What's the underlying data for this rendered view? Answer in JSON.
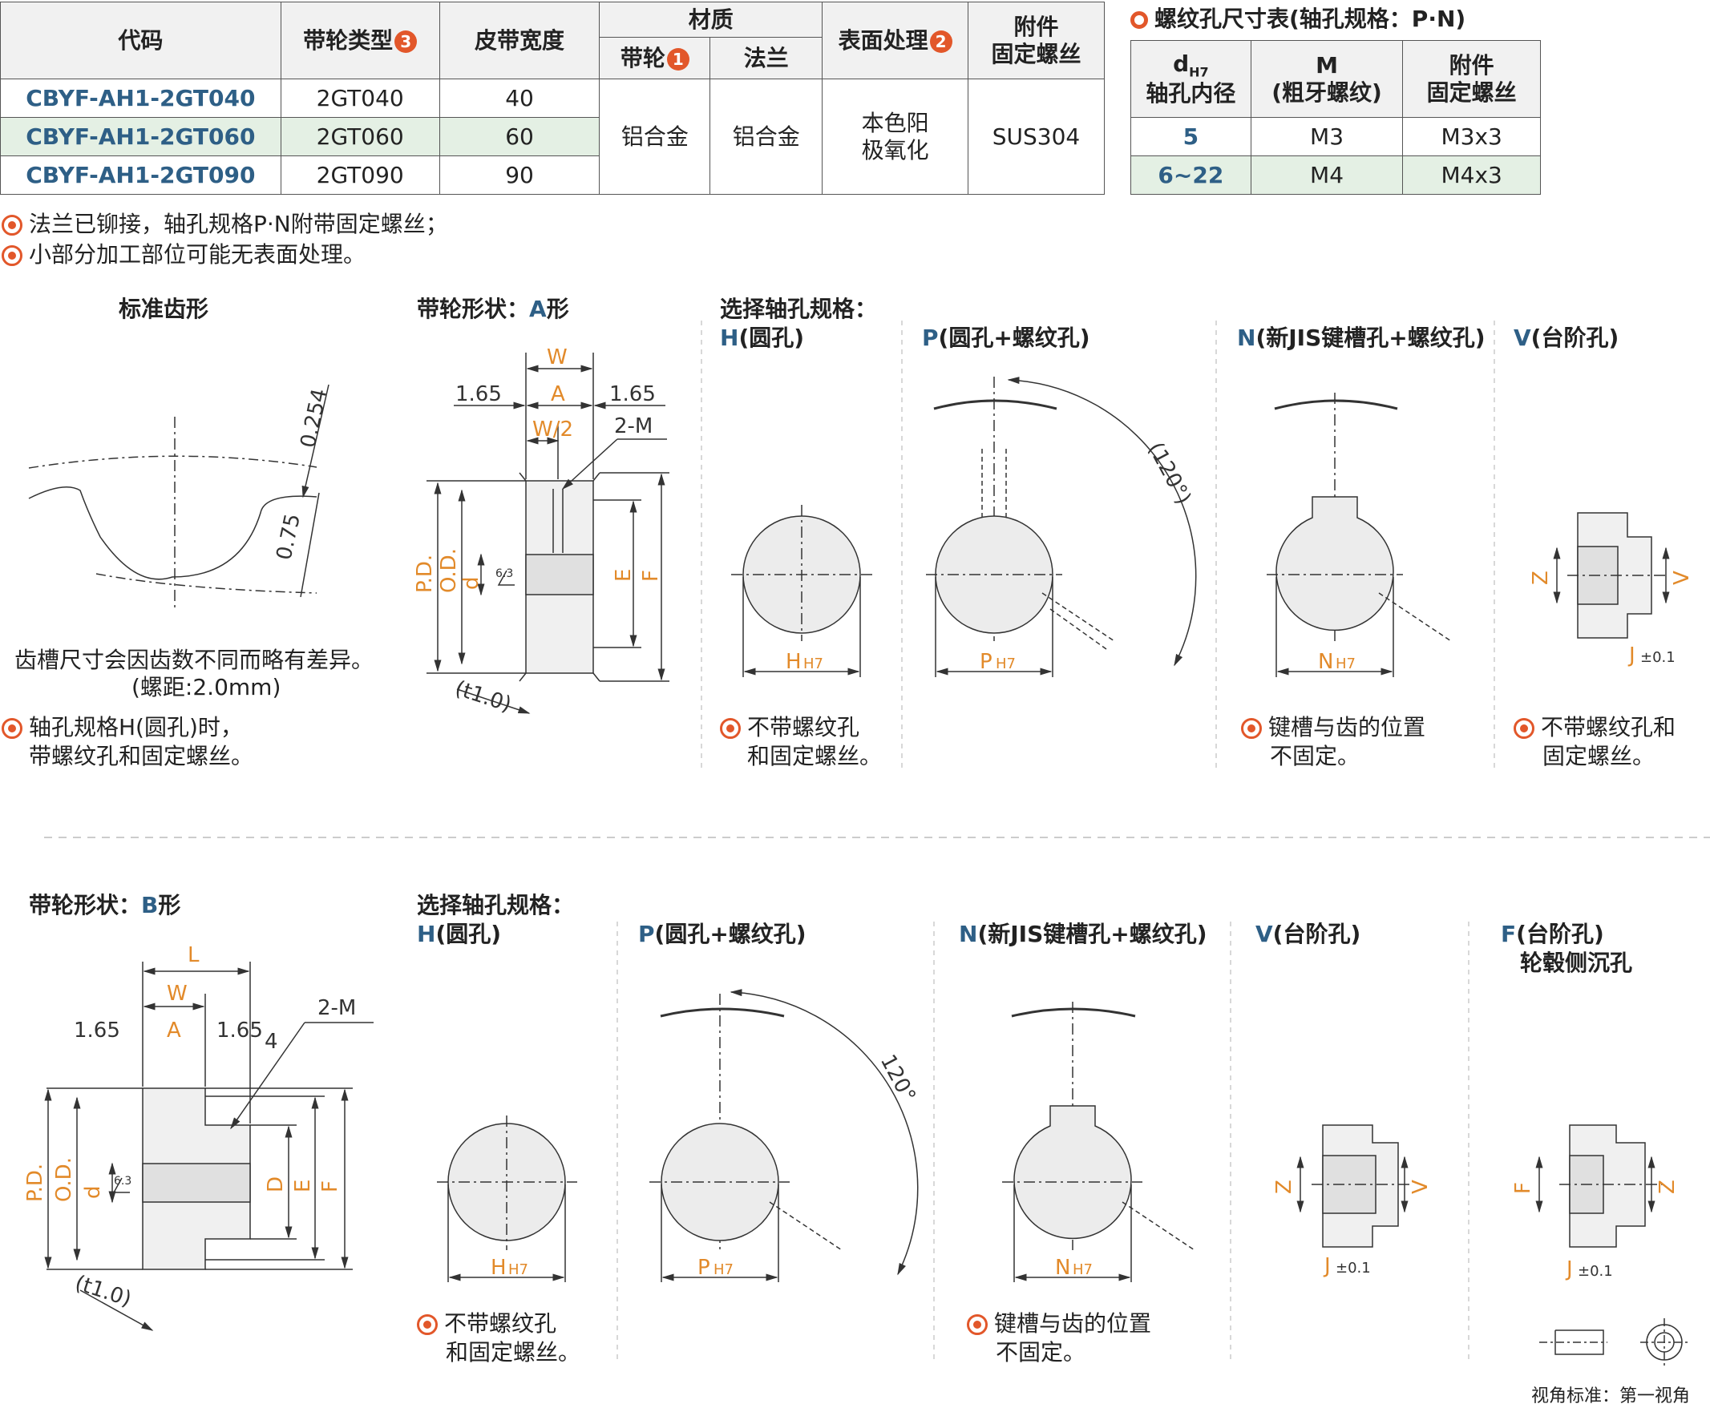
{
  "table": {
    "headers": {
      "code": "代码",
      "type": "带轮类型",
      "type_badge": "3",
      "width": "皮带宽度",
      "material": "材质",
      "pulley": "带轮",
      "pulley_badge": "1",
      "flange": "法兰",
      "surface": "表面处理",
      "surface_badge": "2",
      "screw_l1": "附件",
      "screw_l2": "固定螺丝"
    },
    "rows": [
      {
        "code": "CBYF-AH1-2GT040",
        "type": "2GT040",
        "width": "40"
      },
      {
        "code": "CBYF-AH1-2GT060",
        "type": "2GT060",
        "width": "60"
      },
      {
        "code": "CBYF-AH1-2GT090",
        "type": "2GT090",
        "width": "90"
      }
    ],
    "pulley_material": "铝合金",
    "flange_material": "铝合金",
    "surface_l1": "本色阳",
    "surface_l2": "极氧化",
    "screw_material": "SUS304"
  },
  "notes": [
    "法兰已铆接，轴孔规格P·N附带固定螺丝；",
    "小部分加工部位可能无表面处理。"
  ],
  "thread_table": {
    "title": "螺纹孔尺寸表(轴孔规格：P·N)",
    "h1_d": "d",
    "h1_sub": "H7",
    "h1_l2": "轴孔内径",
    "h2_l1": "M",
    "h2_l2": "(粗牙螺纹)",
    "h3_l1": "附件",
    "h3_l2": "固定螺丝",
    "rows": [
      {
        "d": "5",
        "m": "M3",
        "screw": "M3x3"
      },
      {
        "d": "6~22",
        "m": "M4",
        "screw": "M4x3"
      }
    ]
  },
  "top": {
    "tooth_title": "标准齿形",
    "tooth_dim_a": "0.254",
    "tooth_dim_b": "0.75",
    "tooth_note1": "齿槽尺寸会因齿数不同而略有差异。",
    "tooth_note2": "(螺距:2.0mm)",
    "h_note1": "轴孔规格H(圆孔)时，",
    "h_note2": "带螺纹孔和固定螺丝。",
    "shape_a_prefix": "带轮形状：",
    "shape_a_letter": "A",
    "shape_a_suffix": "形",
    "select_title": "选择轴孔规格：",
    "h_letter": "H",
    "h_rest": "(圆孔)",
    "p_letter": "P",
    "p_rest": "(圆孔+螺纹孔)",
    "n_letter": "N",
    "n_rest": "(新JIS键槽孔+螺纹孔)",
    "v_letter": "V",
    "v_rest": "(台阶孔)",
    "h_bullet1": "不带螺纹孔",
    "h_bullet2": "和固定螺丝。",
    "n_bullet1": "键槽与齿的位置",
    "n_bullet2": "不固定。",
    "v_bullet1": "不带螺纹孔和",
    "v_bullet2": "固定螺丝。"
  },
  "bottom": {
    "shape_b_prefix": "带轮形状：",
    "shape_b_letter": "B",
    "shape_b_suffix": "形",
    "select_title": "选择轴孔规格：",
    "h_letter": "H",
    "h_rest": "(圆孔)",
    "p_letter": "P",
    "p_rest": "(圆孔+螺纹孔)",
    "n_letter": "N",
    "n_rest": "(新JIS键槽孔+螺纹孔)",
    "v_letter": "V",
    "v_rest": "(台阶孔)",
    "f_letter": "F",
    "f_rest": "(台阶孔)",
    "f_sub": "轮毂侧沉孔",
    "h_bullet1": "不带螺纹孔",
    "h_bullet2": "和固定螺丝。",
    "n_bullet1": "键槽与齿的位置",
    "n_bullet2": "不固定。",
    "view_standard": "视角标准：第一视角"
  },
  "dims": {
    "w": "W",
    "a": "A",
    "l": "L",
    "w2": "W/2",
    "d165": "1.65",
    "m2": "2-M",
    "pd": "P.D.",
    "od": "O.D.",
    "dh7": "d",
    "h7": "H7",
    "e": "E",
    "f": "F",
    "d": "D",
    "t": "(t1.0)",
    "rough": "6.3",
    "angle": "(120°)",
    "angle_b": "120°",
    "hh7": "H",
    "ph7": "P",
    "nh7": "N",
    "z": "Z",
    "v": "V",
    "j": "J",
    "jtol": "±0.1",
    "four": "4"
  },
  "colors": {
    "accent": "#e2572a",
    "blue": "#2e5f86",
    "dim_orange": "#e28a2a",
    "header_bg": "#f1f1f1",
    "alt_row": "#e4f0e4"
  }
}
